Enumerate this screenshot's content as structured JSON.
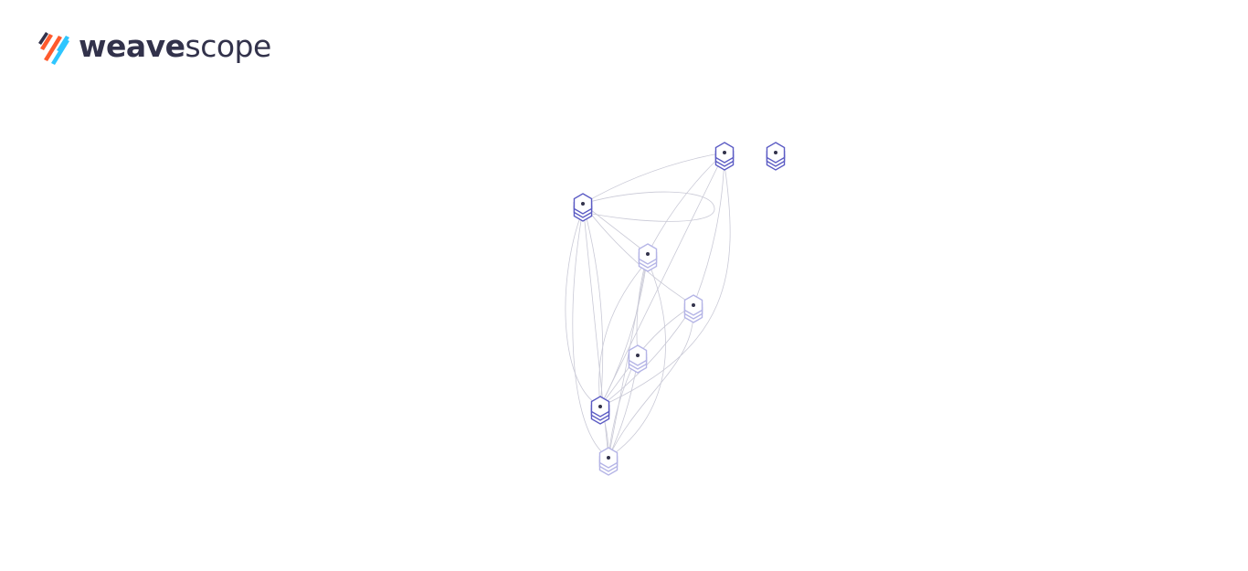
{
  "app": {
    "logo_icon": "weave-logo-icon",
    "wordmark_bold": "weave",
    "wordmark_light": "scope",
    "colors": {
      "text": "#32324b",
      "logo_orange": "#ff5b2e",
      "logo_blue": "#2ec6ff",
      "logo_dark": "#32324b"
    }
  },
  "graph": {
    "node_shape": "hexagon-stack",
    "edge_color": "#c9c9d6",
    "node_colors": {
      "dark": "#5b5bc4",
      "light": "#b4b4e6"
    },
    "nodes": [
      {
        "id": "n1",
        "tone": "dark"
      },
      {
        "id": "n2",
        "tone": "dark"
      },
      {
        "id": "n3",
        "tone": "dark"
      },
      {
        "id": "n4",
        "tone": "light"
      },
      {
        "id": "n5",
        "tone": "light"
      },
      {
        "id": "n6",
        "tone": "light"
      },
      {
        "id": "n7",
        "tone": "dark"
      },
      {
        "id": "n8",
        "tone": "light"
      }
    ],
    "edges": [
      [
        "n3",
        "n1"
      ],
      [
        "n3",
        "n4"
      ],
      [
        "n3",
        "n5"
      ],
      [
        "n3",
        "n7"
      ],
      [
        "n3",
        "n8"
      ],
      [
        "n1",
        "n4"
      ],
      [
        "n1",
        "n5"
      ],
      [
        "n1",
        "n7"
      ],
      [
        "n4",
        "n6"
      ],
      [
        "n4",
        "n7"
      ],
      [
        "n4",
        "n8"
      ],
      [
        "n5",
        "n6"
      ],
      [
        "n5",
        "n7"
      ],
      [
        "n6",
        "n7"
      ],
      [
        "n6",
        "n8"
      ],
      [
        "n7",
        "n8"
      ]
    ]
  }
}
